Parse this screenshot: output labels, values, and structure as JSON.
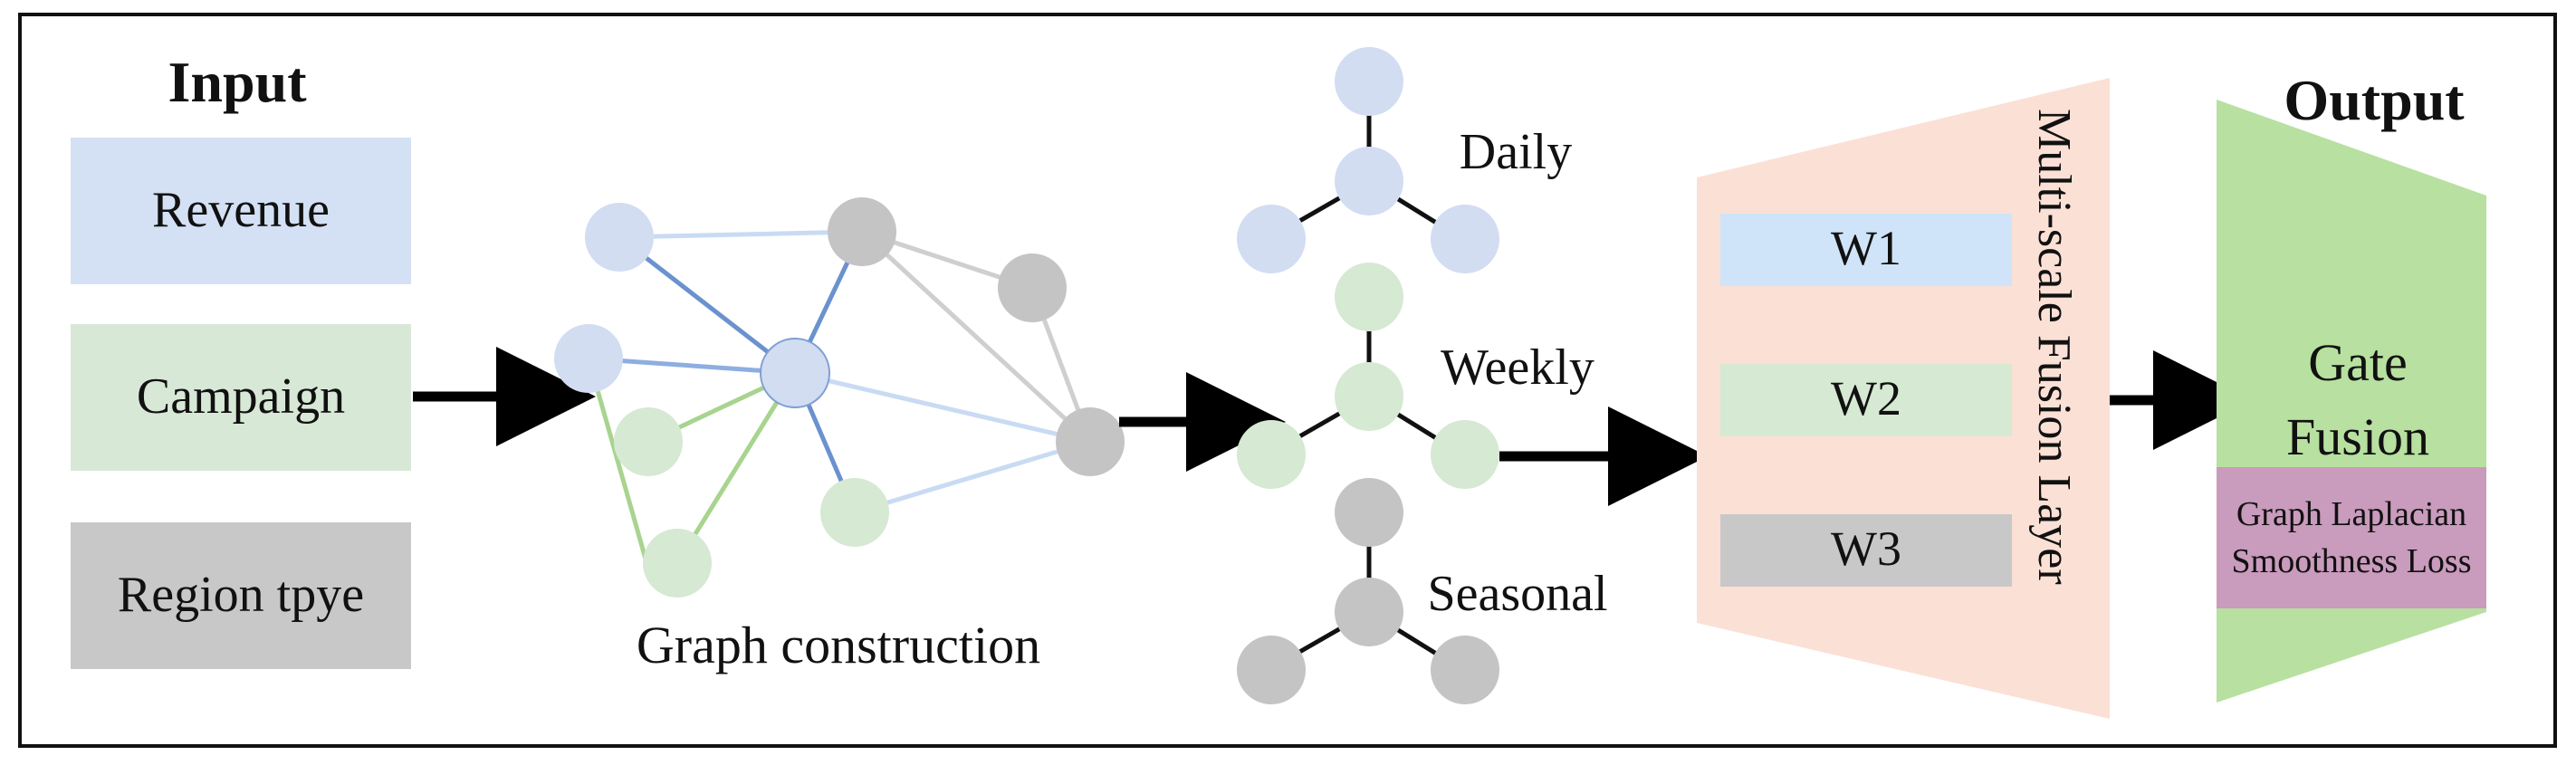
{
  "input": {
    "heading": "Input",
    "items": [
      {
        "label": "Revenue",
        "color": "#d4e0f4"
      },
      {
        "label": "Campaign",
        "color": "#d8e8d6"
      },
      {
        "label": "Region tpye",
        "color": "#c8c8c8"
      }
    ]
  },
  "graph": {
    "caption": "Graph construction",
    "colors": {
      "blue_node": "#d2ddf2",
      "green_node": "#d6e9d3",
      "gray_node": "#c4c4c4"
    }
  },
  "scales": {
    "items": [
      {
        "label": "Daily",
        "color": "#d2ddf2"
      },
      {
        "label": "Weekly",
        "color": "#d6e9d3"
      },
      {
        "label": "Seasonal",
        "color": "#c4c4c4"
      }
    ]
  },
  "fusion": {
    "title": "Multi-scale Fusion Layer",
    "panel_color": "#fbe0d6",
    "weights": [
      {
        "label": "W1",
        "color": "#cfe4f8"
      },
      {
        "label": "W2",
        "color": "#d6e9d3"
      },
      {
        "label": "W3",
        "color": "#c8c8c8"
      }
    ]
  },
  "output": {
    "heading": "Output",
    "panel_color": "#b8e0a0",
    "gate_line1": "Gate",
    "gate_line2": "Fusion",
    "loss_line1": "Graph Laplacian",
    "loss_line2": "Smoothness Loss",
    "loss_color": "#c99bbd"
  }
}
